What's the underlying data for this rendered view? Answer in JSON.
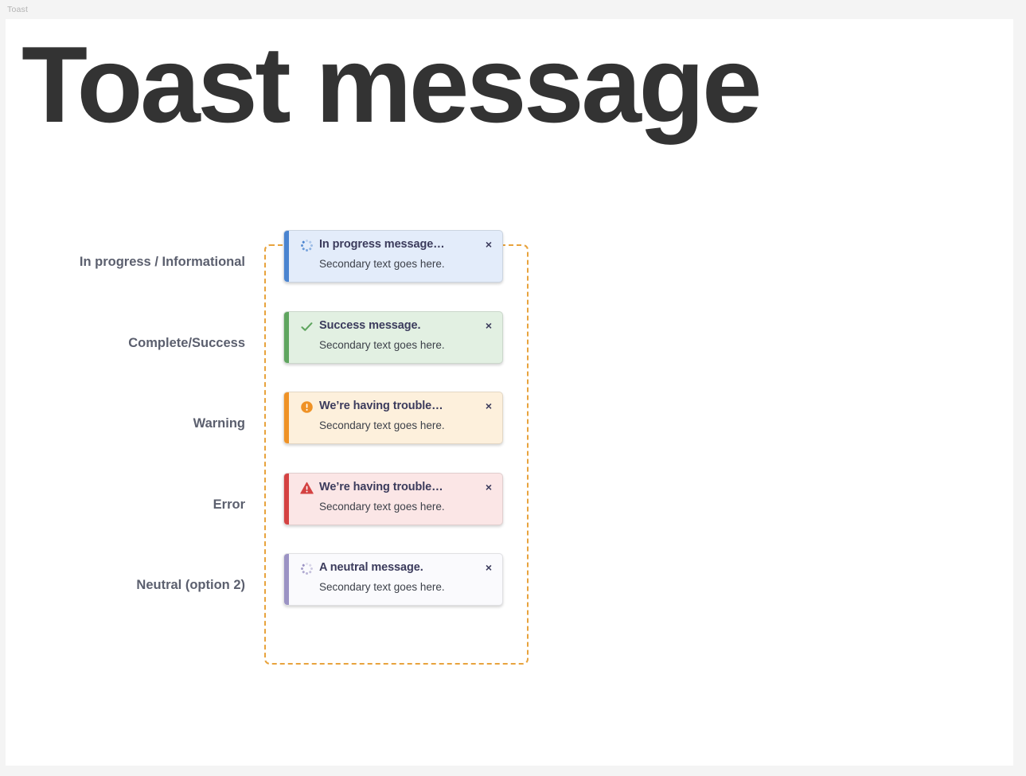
{
  "topbar": {
    "title": "Toast"
  },
  "page": {
    "heading": "Toast message",
    "accent_dashed": "#e8a33d",
    "heading_color": "#333333"
  },
  "specimen": {
    "rows": [
      {
        "label": "In progress / Informational",
        "variant": "info",
        "icon": "spinner-icon",
        "title": "In progress message…",
        "body": "Secondary text goes here.",
        "close_label": "×",
        "accent": "#4a84d0",
        "background": "#e3ecfa"
      },
      {
        "label": "Complete/Success",
        "variant": "success",
        "icon": "check-icon",
        "title": "Success message.",
        "body": "Secondary text goes here.",
        "close_label": "×",
        "accent": "#5fa55f",
        "background": "#e2f0e2"
      },
      {
        "label": "Warning",
        "variant": "warning",
        "icon": "exclamation-circle-icon",
        "title": "We’re having trouble…",
        "body": "Secondary text goes here.",
        "close_label": "×",
        "accent": "#ef9226",
        "background": "#fdf0dc"
      },
      {
        "label": "Error",
        "variant": "error",
        "icon": "warning-triangle-icon",
        "title": "We’re having trouble…",
        "body": "Secondary text goes here.",
        "close_label": "×",
        "accent": "#d44242",
        "background": "#fbe6e6"
      },
      {
        "label": "Neutral (option 2)",
        "variant": "neutral",
        "icon": "spinner-icon",
        "title": "A neutral message.",
        "body": "Secondary text goes here.",
        "close_label": "×",
        "accent": "#9b93c4",
        "background": "#fafafd"
      }
    ]
  }
}
